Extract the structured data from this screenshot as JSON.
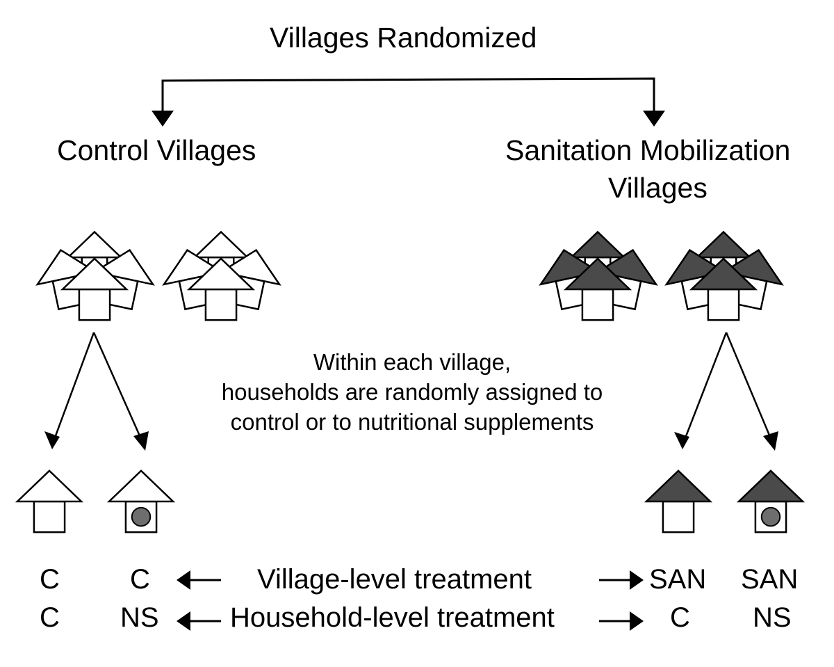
{
  "title": "Villages Randomized",
  "branches": {
    "control_label": "Control Villages",
    "sanitation_label_line1": "Sanitation Mobilization",
    "sanitation_label_line2": "Villages"
  },
  "note": {
    "line1": "Within each village,",
    "line2": "households are randomly assigned to",
    "line3": "control or to nutritional supplements"
  },
  "rows": {
    "village_level": "Village-level treatment",
    "household_level": "Household-level treatment"
  },
  "codes": {
    "control_control": {
      "village": "C",
      "household": "C"
    },
    "control_supplement": {
      "village": "C",
      "household": "NS"
    },
    "sanitation_control": {
      "village": "SAN",
      "household": "C"
    },
    "sanitation_supplement": {
      "village": "SAN",
      "household": "NS"
    }
  },
  "colors": {
    "control_roof": "#ffffff",
    "sanitation_roof": "#4a4a4a",
    "supplement_dot": "#6e6e6e",
    "stroke": "#000000"
  },
  "icons": {
    "house": "house-icon",
    "supplement": "supplement-dot-icon"
  }
}
